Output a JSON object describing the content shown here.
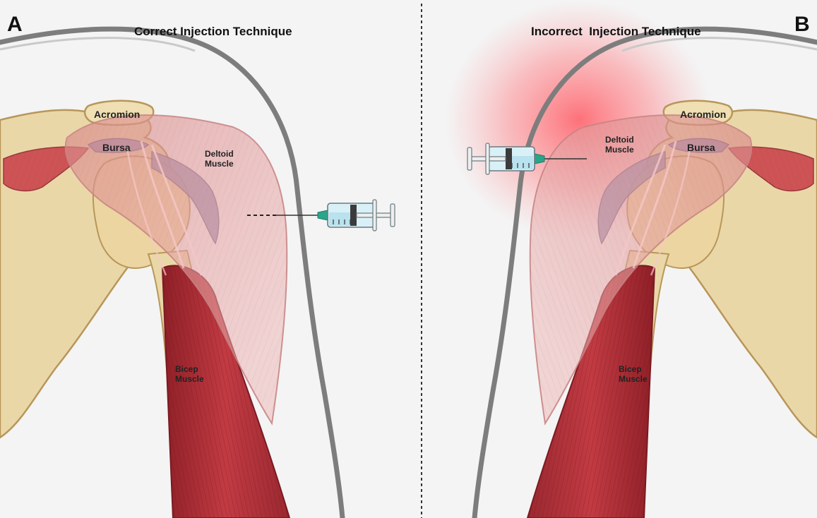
{
  "panels": {
    "left": {
      "letter": "A",
      "title": "Correct Injection Technique",
      "labels": {
        "acromion": "Acromion",
        "bursa": "Bursa",
        "deltoid": "Deltoid Muscle",
        "bicep": "Bicep Muscle"
      }
    },
    "right": {
      "letter": "B",
      "title": "Incorrect  Injection Technique",
      "labels": {
        "acromion": "Acromion",
        "bursa": "Bursa",
        "deltoid": "Deltoid Muscle",
        "bicep": "Bicep Muscle"
      }
    }
  },
  "colors": {
    "bone": "#ead7a8",
    "bone_outline": "#b8965a",
    "deltoid": "#e8a6a6",
    "bicep": "#b8333a",
    "bursa": "#8c8ab0",
    "skin_outline": "#7d7d7d",
    "syringe_needle": "#2aa58a",
    "pain_glow": "#ff6b6b"
  }
}
